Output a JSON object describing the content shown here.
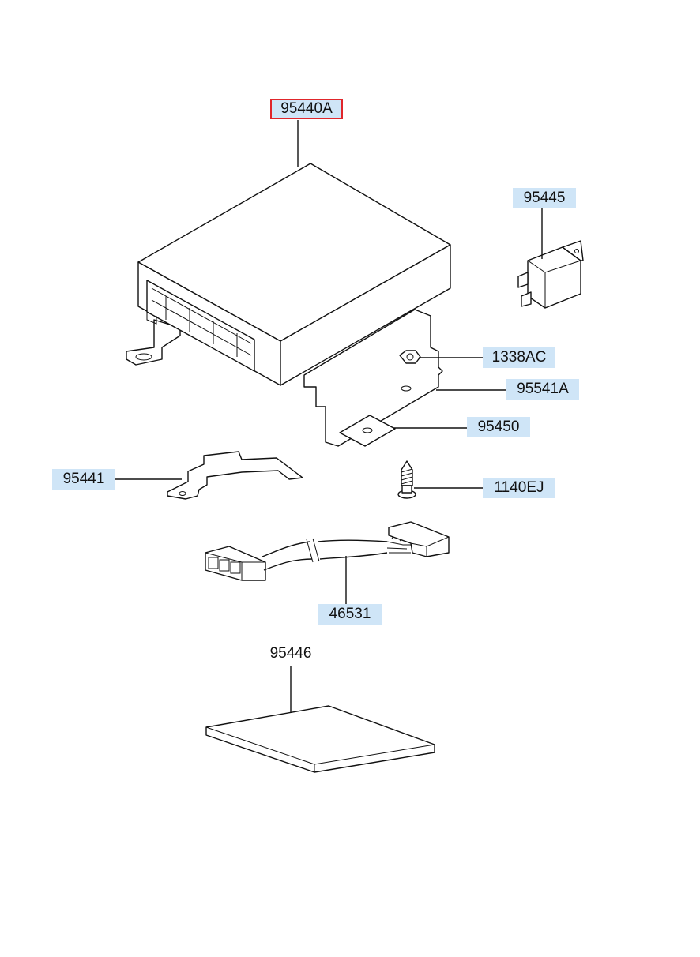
{
  "parts": [
    {
      "id": "ecu_module",
      "number": "95440A",
      "selected": true,
      "highlighted": true
    },
    {
      "id": "relay",
      "number": "95445",
      "selected": false,
      "highlighted": true
    },
    {
      "id": "nut",
      "number": "1338AC",
      "selected": false,
      "highlighted": true
    },
    {
      "id": "bracket_main",
      "number": "95541A",
      "selected": false,
      "highlighted": true
    },
    {
      "id": "bracket_tab",
      "number": "95450",
      "selected": false,
      "highlighted": true
    },
    {
      "id": "bracket_side",
      "number": "95441",
      "selected": false,
      "highlighted": true
    },
    {
      "id": "screw",
      "number": "1140EJ",
      "selected": false,
      "highlighted": true
    },
    {
      "id": "wire_harness",
      "number": "46531",
      "selected": false,
      "highlighted": true
    },
    {
      "id": "pad",
      "number": "95446",
      "selected": false,
      "highlighted": false
    }
  ],
  "colors": {
    "highlight_bg": "#cfe5f7",
    "selected_border": "#e0262b",
    "line": "#111111"
  }
}
